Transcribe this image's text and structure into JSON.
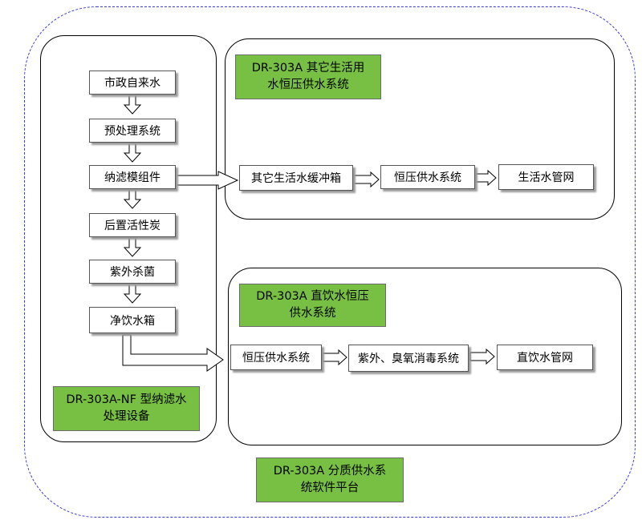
{
  "platform_label": "DR-303A 分质供水系\n统软件平台",
  "nf_equipment": {
    "label": "DR-303A-NF 型纳滤水\n处理设备",
    "steps": [
      "市政自来水",
      "预处理系统",
      "纳滤模组件",
      "后置活性炭",
      "紫外杀菌",
      "净饮水箱"
    ]
  },
  "domestic_system": {
    "label": "DR-303A 其它生活用\n水恒压供水系统",
    "steps": [
      "其它生活水缓冲箱",
      "恒压供水系统",
      "生活水管网"
    ]
  },
  "drinking_system": {
    "label": "DR-303A 直饮水恒压\n供水系统",
    "steps": [
      "恒压供水系统",
      "紫外、臭氧消毒系统",
      "直饮水管网"
    ]
  }
}
